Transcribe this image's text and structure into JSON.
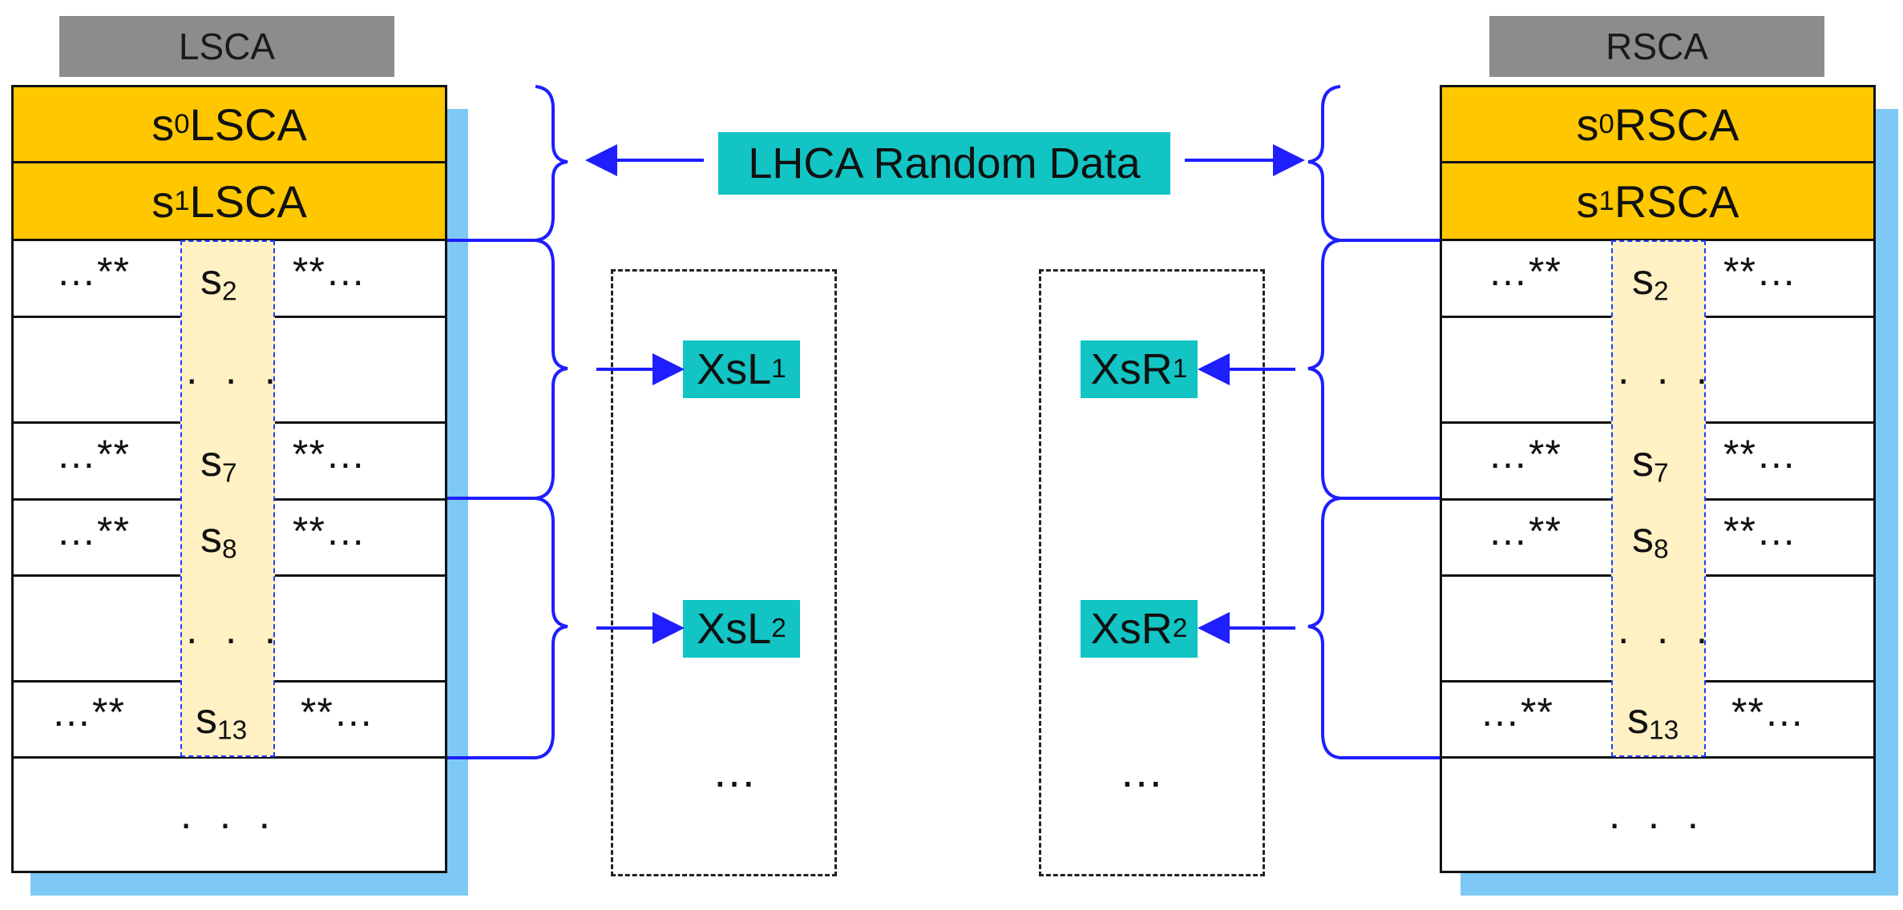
{
  "left": {
    "title": "LSCA",
    "row0": {
      "prefix": "s",
      "sub": "0",
      "suffix": "LSCA"
    },
    "row1": {
      "prefix": "s",
      "sub": "1",
      "suffix": "LSCA"
    },
    "s2": {
      "base": "s",
      "sub": "2"
    },
    "s7": {
      "base": "s",
      "sub": "7"
    },
    "s8": {
      "base": "s",
      "sub": "8"
    },
    "s13": {
      "base": "s",
      "sub": "13"
    },
    "stars_left": "…**",
    "stars_right": "**…",
    "dots": ". . .",
    "bottom_dots": ". . ."
  },
  "right": {
    "title": "RSCA",
    "row0": {
      "prefix": "s",
      "sub": "0",
      "suffix": "RSCA"
    },
    "row1": {
      "prefix": "s",
      "sub": "1",
      "suffix": "RSCA"
    },
    "s2": {
      "base": "s",
      "sub": "2"
    },
    "s7": {
      "base": "s",
      "sub": "7"
    },
    "s8": {
      "base": "s",
      "sub": "8"
    },
    "s13": {
      "base": "s",
      "sub": "13"
    },
    "stars_left": "…**",
    "stars_right": "**…",
    "dots": ". . .",
    "bottom_dots": ". . ."
  },
  "center": {
    "random_label": "LHCA Random Data",
    "xsl1": {
      "base": "XsL",
      "sub": "1"
    },
    "xsl2": {
      "base": "XsL",
      "sub": "2"
    },
    "xsr1": {
      "base": "XsR",
      "sub": "1"
    },
    "xsr2": {
      "base": "XsR",
      "sub": "2"
    },
    "left_ellipsis": "…",
    "right_ellipsis": "…"
  },
  "colors": {
    "orange": "#ffc700",
    "teal": "#12c4c4",
    "blue": "#1e1eff",
    "shadow": "#7ec8f5",
    "gray": "#8c8c8c"
  }
}
